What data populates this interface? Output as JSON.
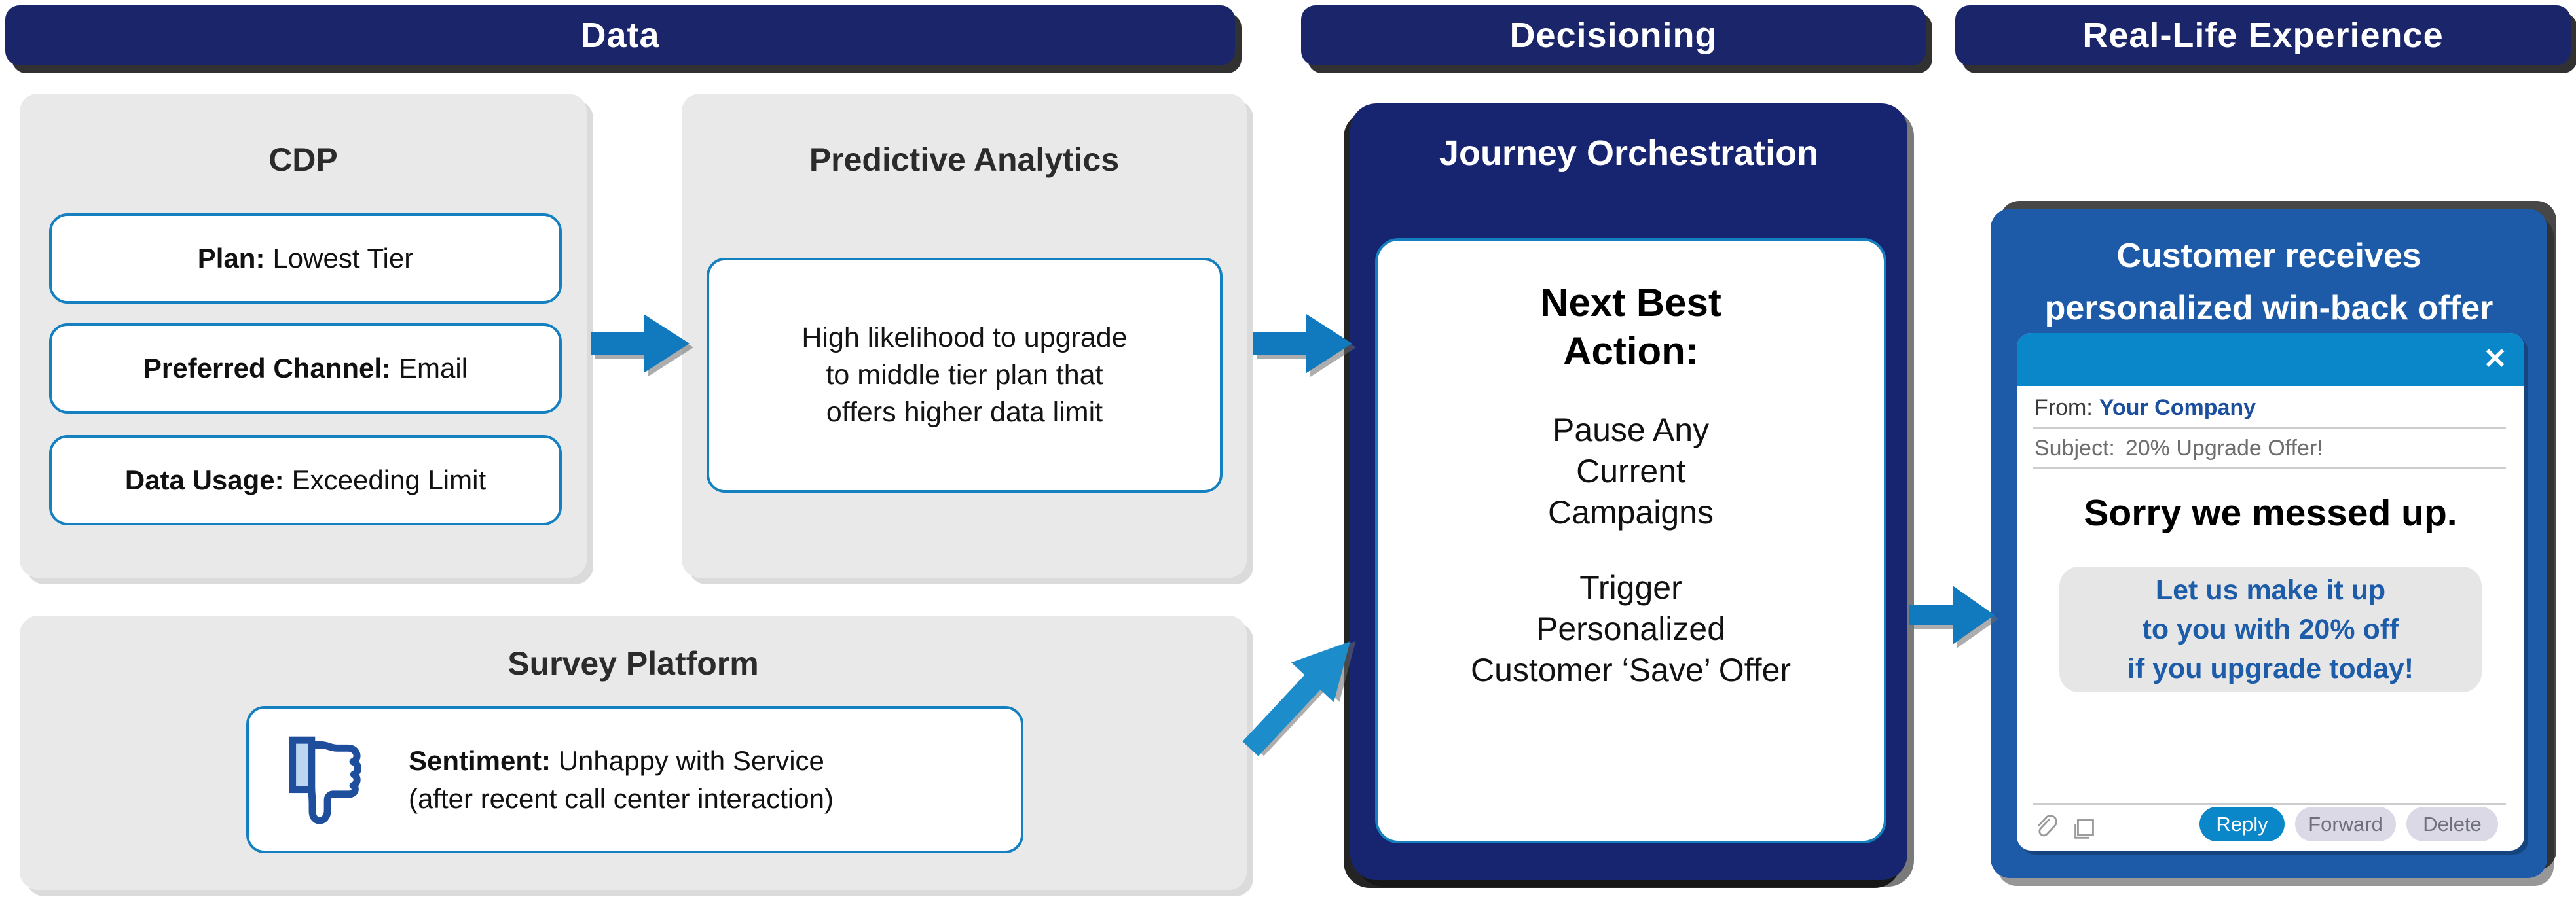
{
  "header": {
    "sections": [
      {
        "label": "Data"
      },
      {
        "label": "Decisioning"
      },
      {
        "label": "Real-Life Experience"
      }
    ]
  },
  "cdp": {
    "title": "CDP",
    "items": [
      {
        "label": "Plan:",
        "value": "Lowest Tier"
      },
      {
        "label": "Preferred Channel:",
        "value": "Email"
      },
      {
        "label": "Data Usage:",
        "value": "Exceeding Limit"
      }
    ]
  },
  "predictive": {
    "title": "Predictive Analytics",
    "text": "High likelihood to upgrade\nto middle tier plan that\noffers higher data limit"
  },
  "survey": {
    "title": "Survey Platform",
    "sentiment_label": "Sentiment:",
    "sentiment_value": "Unhappy with Service",
    "sentiment_note": "(after recent call center interaction)",
    "icon": "thumbs-down-icon"
  },
  "journey": {
    "title": "Journey Orchestration",
    "heading": "Next Best\nAction:",
    "actions": [
      {
        "text": "Pause Any\nCurrent\nCampaigns"
      },
      {
        "text": "Trigger\nPersonalized\nCustomer ‘Save’ Offer"
      }
    ]
  },
  "experience": {
    "title": "Customer receives\npersonalized win-back offer",
    "email": {
      "from_label": "From:",
      "from_value": "Your Company",
      "subject_label": "Subject:",
      "subject_value": "20% Upgrade Offer!",
      "close_glyph": "✕",
      "heading": "Sorry we messed up.",
      "offer": "Let us make it up\nto you with 20% off\nif you upgrade today!",
      "buttons": [
        {
          "label": "Reply"
        },
        {
          "label": "Forward"
        },
        {
          "label": "Delete"
        }
      ]
    }
  },
  "colors": {
    "navy": "#1B2569",
    "journey_navy": "#172470",
    "panel_gray": "#E9E9E9",
    "box_border": "#1580BF",
    "arrow_blue": "#1179BD",
    "arrow_blue_light": "#1C8CCB",
    "experience_blue": "#1D5BA9",
    "email_bar_blue": "#0A87C9",
    "link_navy": "#1D4F9F",
    "offer_blue": "#1D5CA8",
    "text_dark": "#2B2B2B",
    "subject_gray": "#6E6E6E",
    "button_gray": "#DBD9E6",
    "button_text": "#6F6F7E",
    "email_gray_box": "#E6E6E6",
    "icon_navy": "#1F4E9C",
    "icon_fill": "#BCD6F2"
  }
}
